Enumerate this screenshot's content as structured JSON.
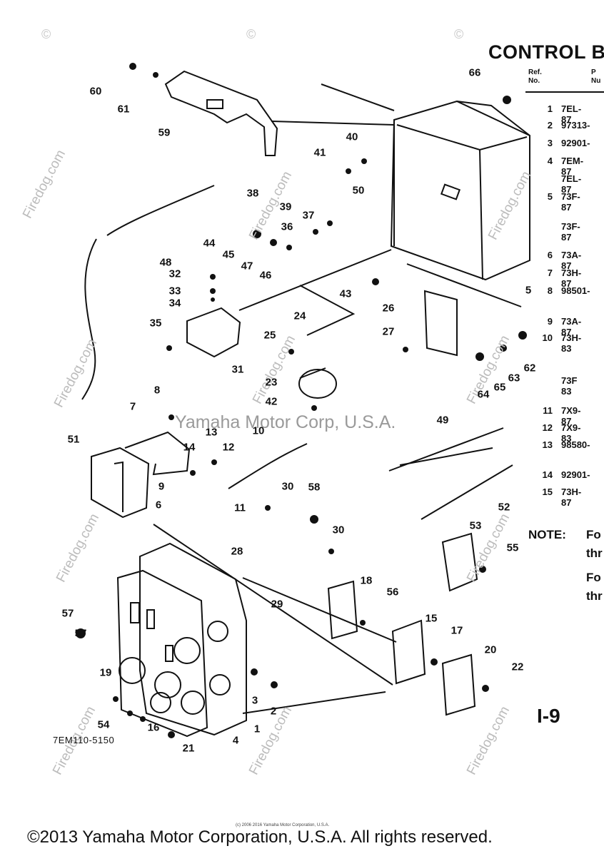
{
  "header": {
    "title": "CONTROL B",
    "col_ref": "Ref.\nNo.",
    "col_part": "P\nNu"
  },
  "parts_table": [
    {
      "ref": "1",
      "part": "7EL-87"
    },
    {
      "ref": "2",
      "part": "97313-"
    },
    {
      "ref": "3",
      "part": "92901-"
    },
    {
      "ref": "4",
      "part": "7EM-87"
    },
    {
      "ref": "",
      "part": "7EL-87"
    },
    {
      "ref": "5",
      "part": "73F-87"
    },
    {
      "ref": "",
      "part": "73F-87"
    },
    {
      "ref": "6",
      "part": "73A-87"
    },
    {
      "ref": "7",
      "part": "73H-87"
    },
    {
      "ref": "8",
      "part": "98501-"
    },
    {
      "ref": "9",
      "part": "73A-87"
    },
    {
      "ref": "10",
      "part": "73H-83"
    },
    {
      "ref": "",
      "part": "73F 83"
    },
    {
      "ref": "11",
      "part": "7X9-87"
    },
    {
      "ref": "12",
      "part": "7X9-83"
    },
    {
      "ref": "13",
      "part": "98580-"
    },
    {
      "ref": "14",
      "part": "92901-"
    },
    {
      "ref": "15",
      "part": "73H-87"
    }
  ],
  "note": {
    "label": "NOTE:",
    "line1": "Fo",
    "line2": "thr",
    "line3": "Fo",
    "line4": "thr"
  },
  "callouts": [
    "1",
    "2",
    "3",
    "4",
    "5",
    "6",
    "7",
    "8",
    "9",
    "10",
    "11",
    "12",
    "13",
    "14",
    "15",
    "16",
    "17",
    "18",
    "19",
    "20",
    "21",
    "22",
    "23",
    "24",
    "25",
    "26",
    "27",
    "28",
    "29",
    "30",
    "30",
    "31",
    "32",
    "33",
    "34",
    "35",
    "36",
    "37",
    "38",
    "39",
    "40",
    "41",
    "42",
    "43",
    "44",
    "45",
    "46",
    "47",
    "48",
    "49",
    "50",
    "51",
    "52",
    "53",
    "54",
    "55",
    "56",
    "57",
    "57",
    "58",
    "59",
    "60",
    "61",
    "62",
    "63",
    "64",
    "65",
    "66"
  ],
  "page_number": "I-9",
  "figure_code": "7EM110-5150",
  "center_watermark": "Yamaha Motor Corp, U.S.A.",
  "watermark_text": "Firedog.com",
  "watermark_symbol": "©",
  "small_print": "(c) 2006 2016 Yamaha Motor Corporation, U.S.A.",
  "copyright": "©2013 Yamaha Motor Corporation, U.S.A. All rights reserved."
}
